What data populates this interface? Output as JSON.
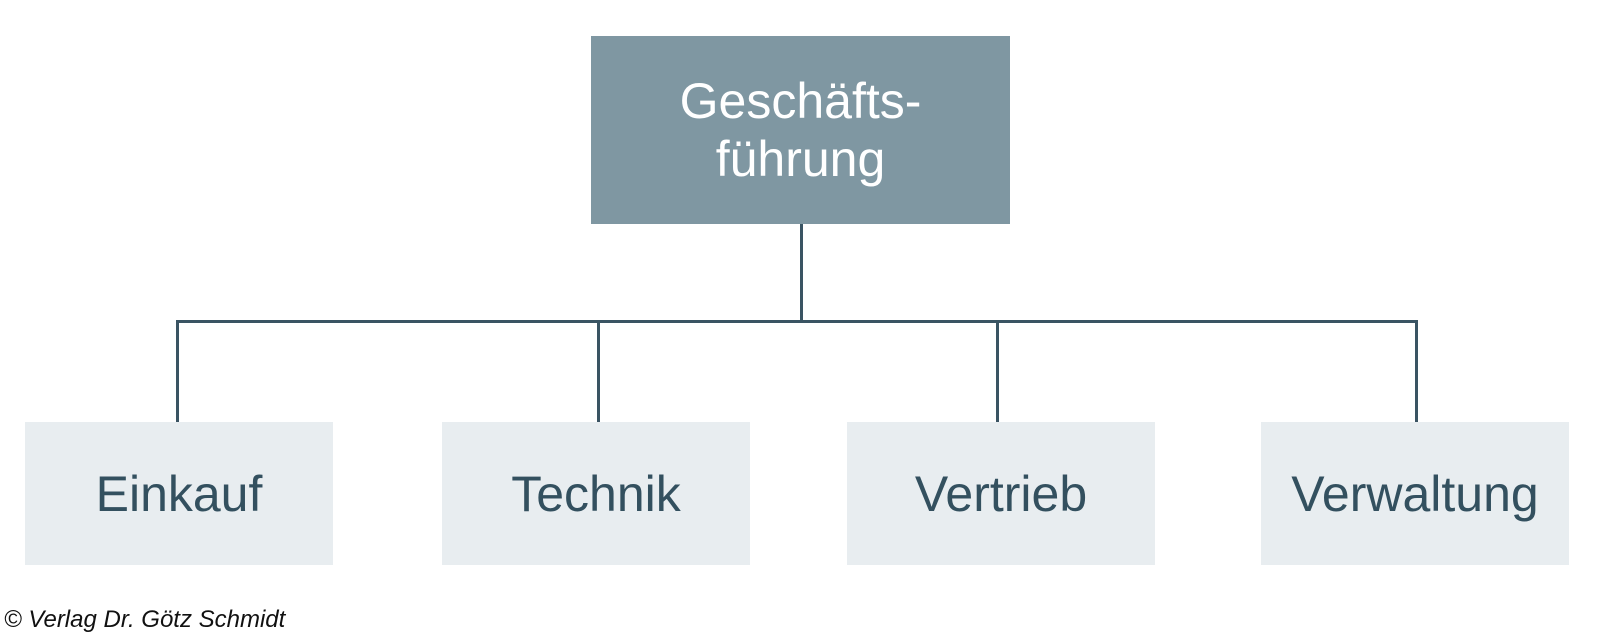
{
  "diagram": {
    "root": {
      "line1": "Geschäfts-",
      "line2": "führung"
    },
    "children": [
      {
        "label": "Einkauf"
      },
      {
        "label": "Technik"
      },
      {
        "label": "Vertrieb"
      },
      {
        "label": "Verwaltung"
      }
    ],
    "colors": {
      "root_fill": "#7f97a2",
      "child_fill": "#e8edf0",
      "connector": "#3a5463",
      "child_text": "#33505f"
    }
  },
  "footer": {
    "copyright": "© Verlag Dr. Götz Schmidt"
  }
}
